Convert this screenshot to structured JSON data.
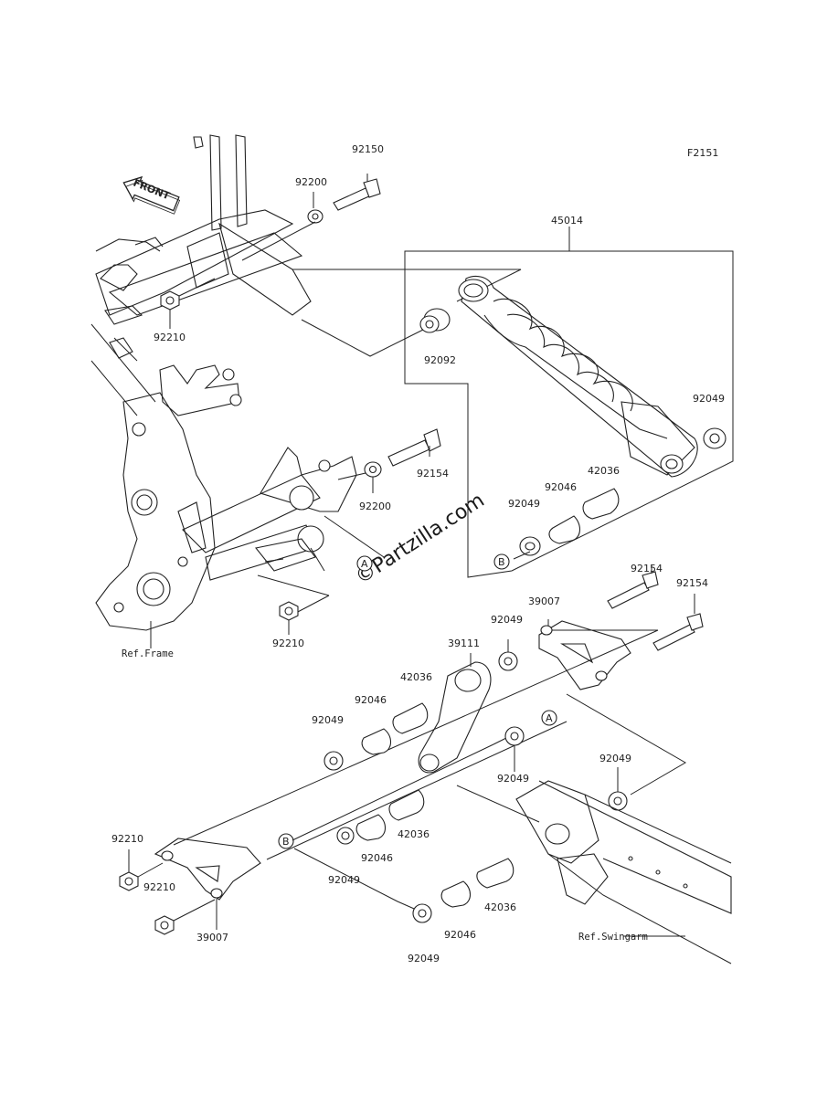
{
  "figure_code": "F2151",
  "front_arrow": "FRONT",
  "watermark": "©Partzilla.com",
  "ref_frame": "Ref.Frame",
  "ref_swingarm": "Ref.Swingarm",
  "markers": {
    "a": "A",
    "b": "B"
  },
  "parts": {
    "p92150": "92150",
    "p92200_top": "92200",
    "p45014": "45014",
    "p92210_top": "92210",
    "p92092": "92092",
    "p92049_shock": "92049",
    "p92154_upper": "92154",
    "p92200_mid": "92200",
    "p42036_shock": "42036",
    "p92046_shock": "92046",
    "p92049_shockB": "92049",
    "p92210_mid": "92210",
    "p92154_right1": "92154",
    "p92154_right2": "92154",
    "p39007_right": "39007",
    "p92049_link_top": "92049",
    "p39111": "39111",
    "p42036_link_top": "42036",
    "p92046_link_top": "92046",
    "p92049_link_left": "92049",
    "p92049_linkA": "92049",
    "p92049_swing": "92049",
    "p92210_left1": "92210",
    "p92210_left2": "92210",
    "p39007_left": "39007",
    "p42036_link_low": "42036",
    "p92046_link_low": "92046",
    "p92049_link_low": "92049",
    "p42036_bottom": "42036",
    "p92046_bottom": "92046",
    "p92049_bottom": "92049"
  }
}
